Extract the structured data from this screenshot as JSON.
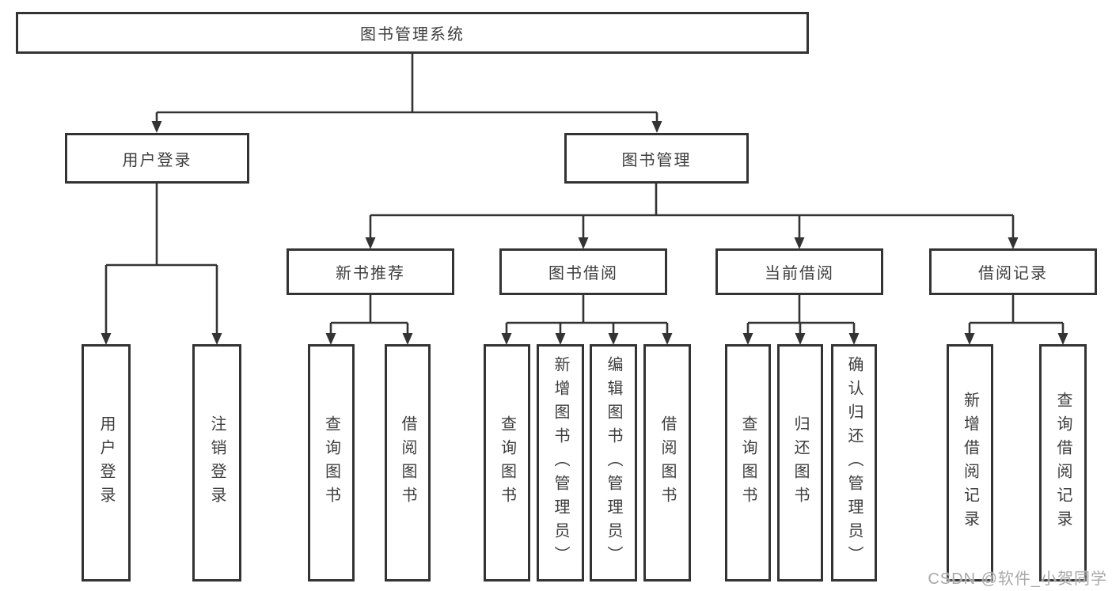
{
  "diagram": {
    "title": "图书管理系统",
    "children": [
      {
        "label": "用户登录",
        "children": [
          {
            "label": "用户登录"
          },
          {
            "label": "注销登录"
          }
        ]
      },
      {
        "label": "图书管理",
        "children": [
          {
            "label": "新书推荐",
            "children": [
              {
                "label": "查询图书"
              },
              {
                "label": "借阅图书"
              }
            ]
          },
          {
            "label": "图书借阅",
            "children": [
              {
                "label": "查询图书"
              },
              {
                "label": "新增图书（管理员）"
              },
              {
                "label": "编辑图书（管理员）"
              },
              {
                "label": "借阅图书"
              }
            ]
          },
          {
            "label": "当前借阅",
            "children": [
              {
                "label": "查询图书"
              },
              {
                "label": "归还图书"
              },
              {
                "label": "确认归还（管理员）"
              }
            ]
          },
          {
            "label": "借阅记录",
            "children": [
              {
                "label": "新增借阅记录"
              },
              {
                "label": "查询借阅记录"
              }
            ]
          }
        ]
      }
    ]
  },
  "watermark": "CSDN @软件_小贺同学",
  "colors": {
    "line": "#333333",
    "box_border": "#333333",
    "text": "#3d3d3d",
    "background": "#ffffff",
    "watermark": "#a9a9a9"
  }
}
